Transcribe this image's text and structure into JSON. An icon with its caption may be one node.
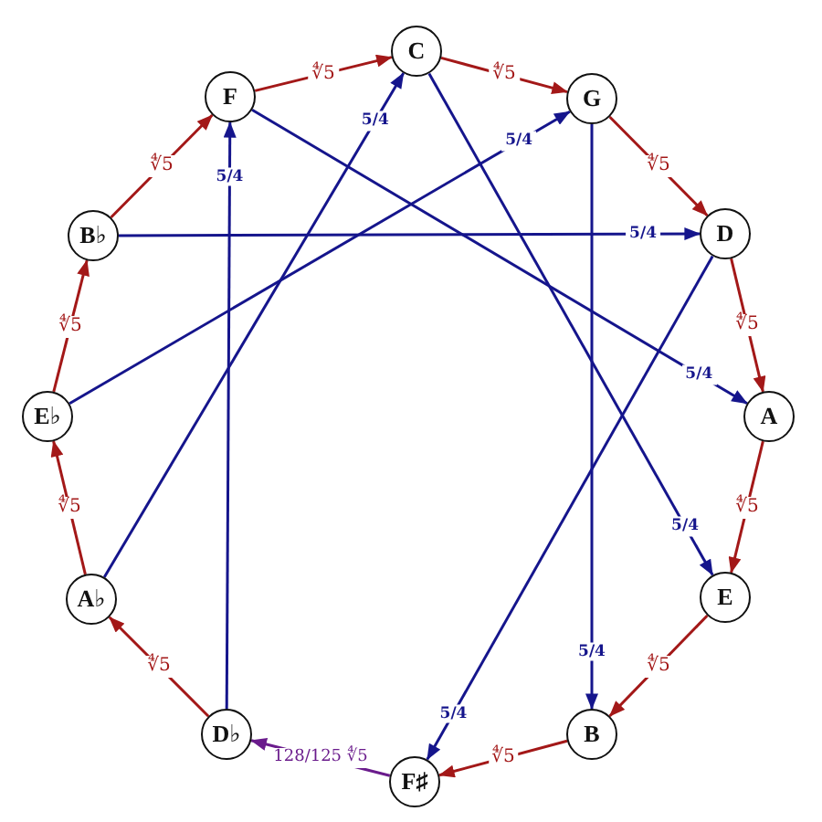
{
  "diagram": {
    "nodes": [
      {
        "text": [
          "C"
        ]
      },
      {
        "text": [
          "G"
        ]
      },
      {
        "text": [
          "D"
        ]
      },
      {
        "text": [
          "A"
        ]
      },
      {
        "text": [
          "E"
        ]
      },
      {
        "text": [
          "B"
        ]
      },
      {
        "text": [
          "F♯"
        ]
      },
      {
        "text": [
          "D♭"
        ]
      },
      {
        "text": [
          "A♭"
        ]
      },
      {
        "text": [
          "E♭"
        ]
      },
      {
        "text": [
          "B♭"
        ]
      },
      {
        "text": [
          "F"
        ]
      }
    ],
    "edges": [
      {
        "from": 0,
        "to": 1,
        "arrow": "to",
        "label": "∜5"
      },
      {
        "from": 1,
        "to": 2,
        "arrow": "to",
        "label": "∜5"
      },
      {
        "from": 2,
        "to": 3,
        "arrow": "to",
        "label": "∜5"
      },
      {
        "from": 3,
        "to": 4,
        "arrow": "to",
        "label": "∜5"
      },
      {
        "from": 4,
        "to": 5,
        "arrow": "to",
        "label": "∜5"
      },
      {
        "from": 5,
        "to": 6,
        "arrow": "to",
        "label": "∜5"
      },
      {
        "from": 6,
        "to": 7,
        "arrow": "to",
        "label": "128/125 ∜5",
        "color": "#6a1b8c"
      },
      {
        "from": 7,
        "to": 8,
        "arrow": "to",
        "label": "∜5"
      },
      {
        "from": 8,
        "to": 9,
        "arrow": "to",
        "label": "∜5"
      },
      {
        "from": 9,
        "to": 10,
        "arrow": "to",
        "label": "∜5"
      },
      {
        "from": 10,
        "to": 11,
        "arrow": "to",
        "label": "∜5"
      },
      {
        "from": 11,
        "to": 0,
        "arrow": "to",
        "label": "∜5"
      },
      {
        "from": 11,
        "to": 3,
        "arrow": "to",
        "label": "5/4",
        "color": "#15158c"
      },
      {
        "from": 0,
        "to": 4,
        "arrow": "to",
        "label": "5/4",
        "color": "#15158c"
      },
      {
        "from": 1,
        "to": 5,
        "arrow": "to",
        "label": "5/4",
        "color": "#15158c"
      },
      {
        "from": 2,
        "to": 6,
        "arrow": "to",
        "label": "5/4",
        "color": "#15158c"
      },
      {
        "from": 7,
        "to": 11,
        "arrow": "to",
        "label": "5/4",
        "color": "#15158c"
      },
      {
        "from": 8,
        "to": 0,
        "arrow": "to",
        "label": "5/4",
        "color": "#15158c"
      },
      {
        "from": 9,
        "to": 1,
        "arrow": "to",
        "label": "5/4",
        "color": "#15158c"
      },
      {
        "from": 10,
        "to": 2,
        "arrow": "to",
        "label": "5/4",
        "color": "#15158c"
      }
    ]
  }
}
